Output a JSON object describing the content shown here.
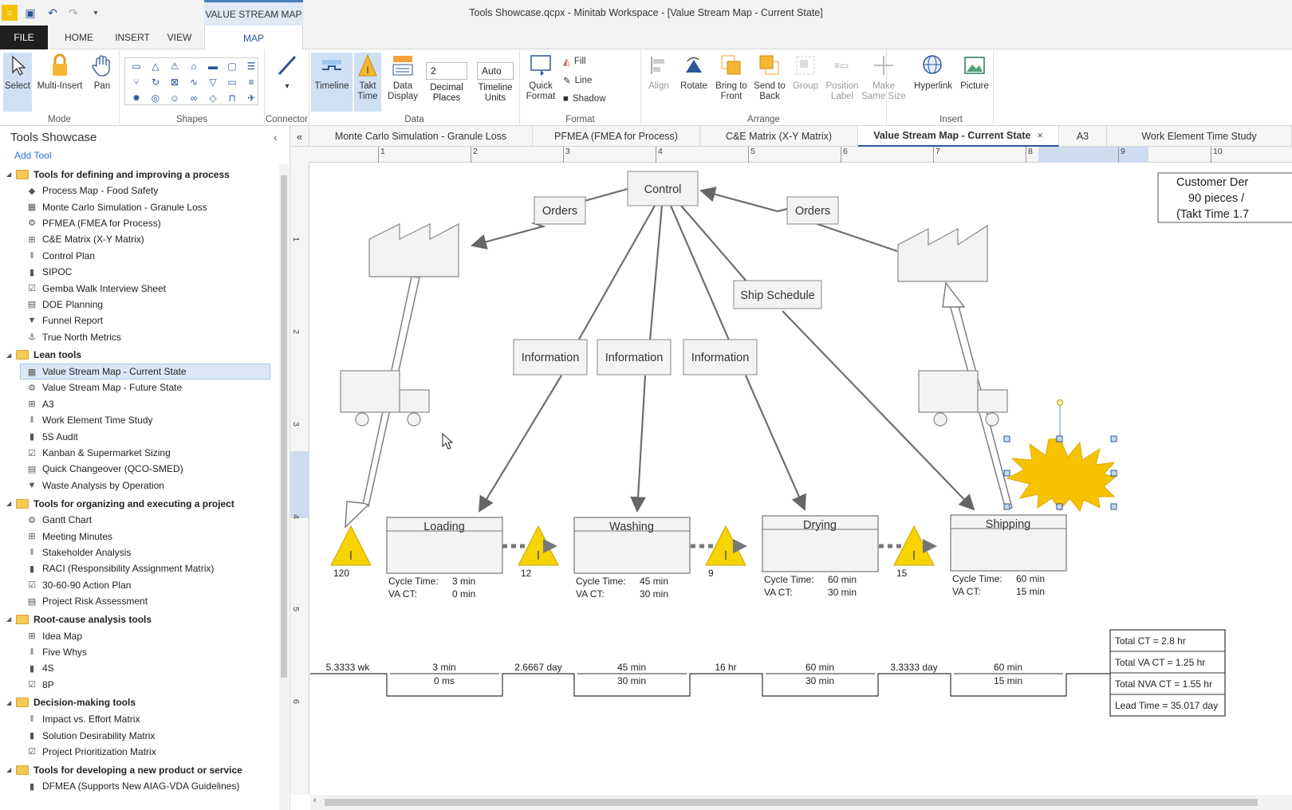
{
  "window": {
    "title": "Tools Showcase.qcpx - Minitab Workspace - [Value Stream Map - Current State]",
    "context_tab": "VALUE STREAM MAP"
  },
  "ribbon_tabs": [
    "FILE",
    "HOME",
    "INSERT",
    "VIEW",
    "MAP"
  ],
  "ribbon": {
    "mode": {
      "label": "Mode",
      "buttons": [
        "Select",
        "Multi-Insert",
        "Pan"
      ]
    },
    "shapes": {
      "label": "Shapes"
    },
    "connector": {
      "label": "Connector"
    },
    "data": {
      "label": "Data",
      "timeline": "Timeline",
      "takt_time": [
        "Takt",
        "Time"
      ],
      "data_display": [
        "Data",
        "Display"
      ],
      "decimal_places_value": "2",
      "decimal_places": [
        "Decimal",
        "Places"
      ],
      "timeline_units_value": "Auto",
      "timeline_units": [
        "Timeline",
        "Units"
      ]
    },
    "format": {
      "label": "Format",
      "quick_format": [
        "Quick",
        "Format"
      ],
      "fill": "Fill",
      "line": "Line",
      "shadow": "Shadow"
    },
    "arrange": {
      "label": "Arrange",
      "buttons": [
        [
          "Align",
          ""
        ],
        [
          "Rotate",
          ""
        ],
        [
          "Bring to",
          "Front"
        ],
        [
          "Send to",
          "Back"
        ],
        [
          "Group",
          ""
        ],
        [
          "Position",
          "Label"
        ],
        [
          "Make",
          "Same Size"
        ]
      ]
    },
    "insert": {
      "label": "Insert",
      "buttons": [
        "Hyperlink",
        "Picture"
      ]
    }
  },
  "panel": {
    "title": "Tools Showcase",
    "add_tool": "Add Tool",
    "categories": [
      {
        "name": "Tools for defining and improving a process",
        "items": [
          "Process Map - Food Safety",
          "Monte Carlo Simulation - Granule Loss",
          "PFMEA (FMEA for Process)",
          "C&E Matrix (X-Y Matrix)",
          "Control Plan",
          "SIPOC",
          "Gemba Walk Interview Sheet",
          "DOE Planning",
          "Funnel Report",
          "True North Metrics"
        ]
      },
      {
        "name": "Lean tools",
        "items": [
          "Value Stream Map - Current State",
          "Value Stream Map - Future State",
          "A3",
          "Work Element Time Study",
          "5S Audit",
          "Kanban & Supermarket Sizing",
          "Quick Changeover (QCO-SMED)",
          "Waste Analysis by Operation"
        ]
      },
      {
        "name": "Tools for organizing and executing a project",
        "items": [
          "Gantt Chart",
          "Meeting Minutes",
          "Stakeholder Analysis",
          "RACI (Responsibility Assignment Matrix)",
          "30-60-90 Action Plan",
          "Project Risk Assessment"
        ]
      },
      {
        "name": "Root-cause analysis tools",
        "items": [
          "Idea Map",
          "Five Whys",
          "4S",
          "8P"
        ]
      },
      {
        "name": "Decision-making tools",
        "items": [
          "Impact vs. Effort Matrix",
          "Solution Desirability Matrix",
          "Project Prioritization Matrix"
        ]
      },
      {
        "name": "Tools for developing a new product or service",
        "items": [
          "DFMEA (Supports New AIAG-VDA Guidelines)"
        ]
      }
    ],
    "selected_item": "Value Stream Map - Current State"
  },
  "doc_tabs": [
    "Monte Carlo Simulation - Granule Loss",
    "PFMEA (FMEA for Process)",
    "C&E Matrix (X-Y Matrix)",
    "Value Stream Map - Current State",
    "A3",
    "Work Element Time Study"
  ],
  "active_doc_tab": "Value Stream Map - Current State",
  "ruler": {
    "h": [
      "1",
      "2",
      "3",
      "4",
      "5",
      "6",
      "7",
      "8",
      "9",
      "10"
    ],
    "v": [
      "1",
      "2",
      "3",
      "4",
      "5",
      "6"
    ]
  },
  "vsm": {
    "control": "Control",
    "orders_left": "Orders",
    "orders_right": "Orders",
    "ship_schedule": "Ship Schedule",
    "information": [
      "Information",
      "Information",
      "Information"
    ],
    "customer": [
      "Customer Der",
      "90 pieces /",
      "(Takt Time 1.7"
    ],
    "processes": [
      {
        "name": "Loading",
        "cycle_time": "3 min",
        "va_ct": "0 min"
      },
      {
        "name": "Washing",
        "cycle_time": "45 min",
        "va_ct": "30 min"
      },
      {
        "name": "Drying",
        "cycle_time": "60 min",
        "va_ct": "30 min"
      },
      {
        "name": "Shipping",
        "cycle_time": "60 min",
        "va_ct": "15 min"
      }
    ],
    "cycle_time_label": "Cycle Time:",
    "va_ct_label": "VA CT:",
    "inventory": [
      "120",
      "12",
      "9",
      "15"
    ],
    "inventory_glyph": "I",
    "timeline_upper": [
      "5.3333 wk",
      "2.6667 day",
      "16 hr",
      "3.3333 day"
    ],
    "timeline_lower": [
      {
        "top": "3 min",
        "bottom": "0 ms"
      },
      {
        "top": "45 min",
        "bottom": "30 min"
      },
      {
        "top": "60 min",
        "bottom": "30 min"
      },
      {
        "top": "60 min",
        "bottom": "15 min"
      }
    ],
    "summary": [
      "Total CT = 2.8 hr",
      "Total VA CT = 1.25 hr",
      "Total NVA CT = 1.55 hr",
      "Lead Time = 35.017 day"
    ]
  }
}
